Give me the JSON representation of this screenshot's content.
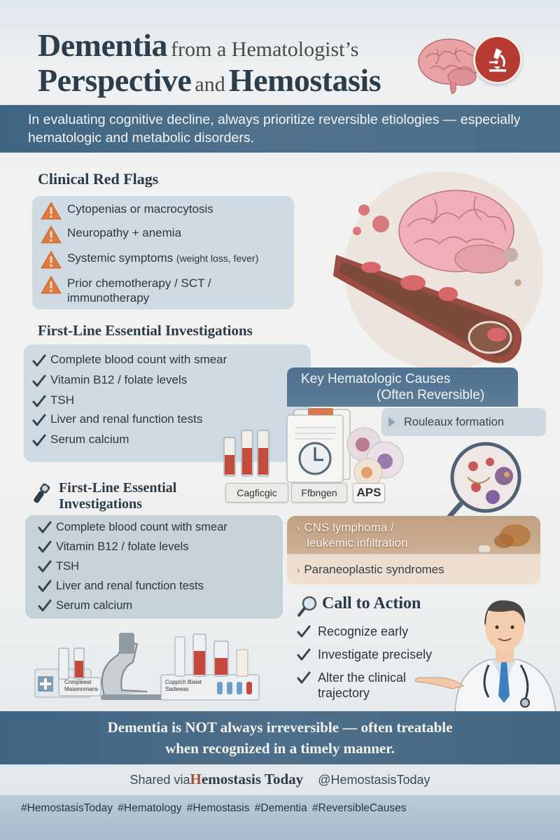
{
  "header": {
    "title_word_1": "Dementia",
    "title_small_1": "from a Hematologist’s",
    "title_word_2": "Perspective",
    "title_small_2": "and",
    "title_word_3": "Hemostasis",
    "brain_icon": "brain-icon",
    "badge_icon": "microscope-icon",
    "badge_color": "#b53b33"
  },
  "intro": {
    "text": "In evaluating cognitive decline, always prioritize reversible etiologies — especially hematologic and metabolic disorders."
  },
  "red_flags": {
    "title": "Clinical Red Flags",
    "icon": "warning-triangle-icon",
    "icon_color": "#df7a3e",
    "items": [
      {
        "label": "Cytopenias or macrocytosis",
        "note": ""
      },
      {
        "label": "Neuropathy + anemia",
        "note": ""
      },
      {
        "label": "Systemic symptoms",
        "note": "(weight loss, fever)"
      },
      {
        "label": "Prior chemotherapy / SCT / immunotherapy",
        "note": ""
      }
    ]
  },
  "investigations_1": {
    "title": "First-Line Essential Investigations",
    "icon": "check-icon",
    "items": [
      "Complete blood count with smear",
      "Vitamin B12 / folate levels",
      "TSH",
      "Liver and renal function tests",
      "Serum calcium"
    ]
  },
  "key_causes": {
    "title_line1": "Key Hematologic Causes",
    "title_line2": "(Often Reversible)",
    "rouleaux": "Rouleaux formation",
    "lab_tags": [
      "Cagficgic",
      "Ffbngen",
      "APS"
    ],
    "items": [
      {
        "line1": "CNS lymphoma /",
        "line2": "leukemic infiltration"
      },
      {
        "line1": "Paraneoplastic syndromes",
        "line2": ""
      }
    ]
  },
  "investigations_2": {
    "title_line1": "First-Line Essential",
    "title_line2": "Investigations",
    "icon": "flashlight-icon",
    "items": [
      "Complete blood count with smear",
      "Vitamin B12 / folate levels",
      "TSH",
      "Liver and renal function tests",
      "Serum calcium"
    ],
    "lab_labels": [
      "Cnmpleeal Maiamnmans",
      "Copptch Biaiet Sadieeas"
    ]
  },
  "call_to_action": {
    "title": "Call to Action",
    "icon": "magnifier-icon",
    "items": [
      "Recognize early",
      "Investigate precisely",
      "Alter the clinical trajectory"
    ]
  },
  "bottom": {
    "line1": "Dementia is NOT always irreversible — often treatable",
    "line2": "when recognized in a timely manner."
  },
  "footer": {
    "shared_prefix": "Shared via",
    "brand_h": "H",
    "brand_rest": "emostasis Today",
    "handle": "@HemostasisToday",
    "hashtags": "#HemostasisToday #Hematology #Hemostasis #Dementia #ReversibleCauses"
  },
  "colors": {
    "banner_blue": "#4a6d88",
    "heading_dark": "#2a3a47",
    "accent_red": "#b53b33",
    "warning_orange": "#df7a3e"
  }
}
